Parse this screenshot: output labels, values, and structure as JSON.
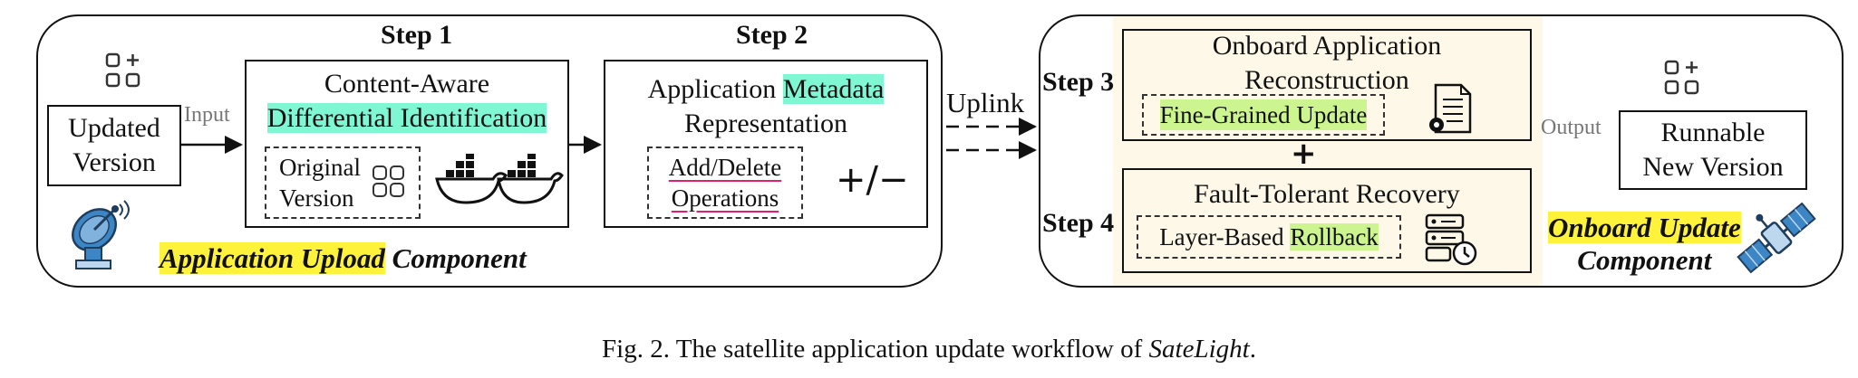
{
  "left_panel": {
    "step1_label": "Step 1",
    "step2_label": "Step 2",
    "updated_version": [
      "Updated",
      "Version"
    ],
    "input_label": "Input",
    "step1_title_line1": "Content-Aware",
    "step1_title_line2": "Differential Identification",
    "original_version": [
      "Original",
      "Version"
    ],
    "step2_title_word1": "Application ",
    "step2_title_word2": "Metadata",
    "step2_title_line2": "Representation",
    "add_delete": [
      "Add/Delete",
      "Operations"
    ],
    "plus_minus_glyph": "+∕−",
    "component_highlight": "Application Upload",
    "component_rest": " Component"
  },
  "uplink_label": "Uplink",
  "right_panel": {
    "step3_label": "Step 3",
    "step4_label": "Step 4",
    "step3_title_line1": "Onboard Application",
    "step3_title_line2": "Reconstruction",
    "fine_grained": "Fine-Grained Update",
    "plus_sign": "+",
    "step4_title": "Fault-Tolerant Recovery",
    "layer_based_word1": "Layer-Based ",
    "layer_based_word2": "Rollback",
    "output_label": "Output",
    "runnable": [
      "Runnable",
      "New Version"
    ],
    "component_highlight": "Onboard Update",
    "component_line2": "Component"
  },
  "caption": {
    "prefix": "Fig. 2.  The satellite application update workflow of ",
    "name": "SateLight",
    "suffix": "."
  },
  "colors": {
    "highlight_green": "#7ff7d3",
    "highlight_lime": "#cdf58f",
    "highlight_yellow": "#fff23b",
    "onboard_background": "#fdf8e8",
    "underline_pink": "#e0206f",
    "satellite_blue": "#3d86c6"
  },
  "icons": [
    "app-grid-add-icon",
    "satellite-dish-icon",
    "docker-whale-icon",
    "document-gear-icon",
    "server-restore-icon",
    "satellite-icon"
  ]
}
